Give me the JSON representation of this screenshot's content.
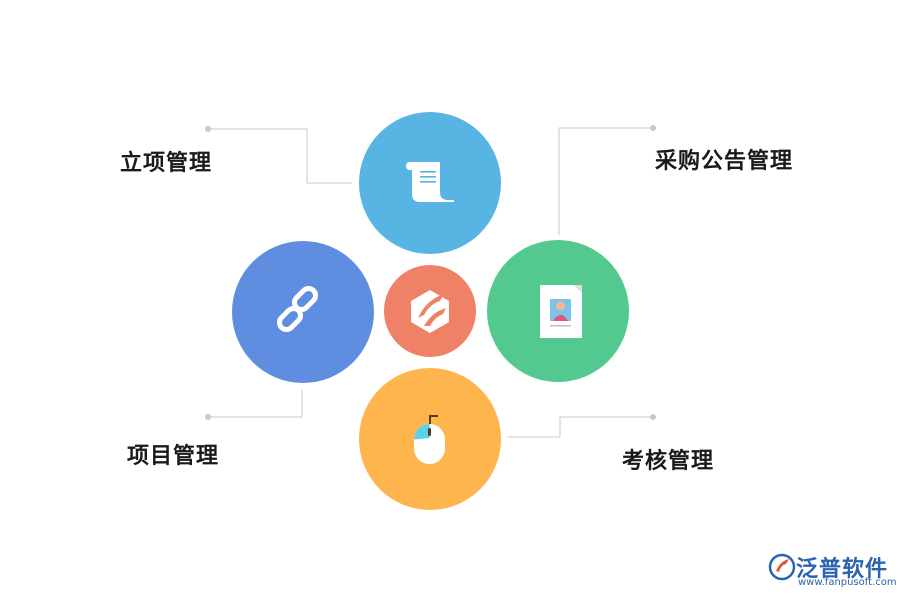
{
  "diagram": {
    "nodes": [
      {
        "id": "lixiang",
        "label": "立项管理",
        "icon": "scroll-icon",
        "color": "#58b4e3"
      },
      {
        "id": "caigou",
        "label": "采购公告管理",
        "icon": "id-document-icon",
        "color": "#53c98f"
      },
      {
        "id": "xiangmu",
        "label": "项目管理",
        "icon": "link-chain-icon",
        "color": "#5f8ee0"
      },
      {
        "id": "kaohe",
        "label": "考核管理",
        "icon": "mouse-icon",
        "color": "#ffb54d"
      }
    ],
    "center": {
      "icon": "brand-hexagon-icon",
      "color": "#ef8266"
    },
    "connector_color": "#c9c9c9"
  },
  "logo": {
    "name": "泛普软件",
    "url": "www.fanpusoft.com",
    "color": "#2a64ae"
  }
}
